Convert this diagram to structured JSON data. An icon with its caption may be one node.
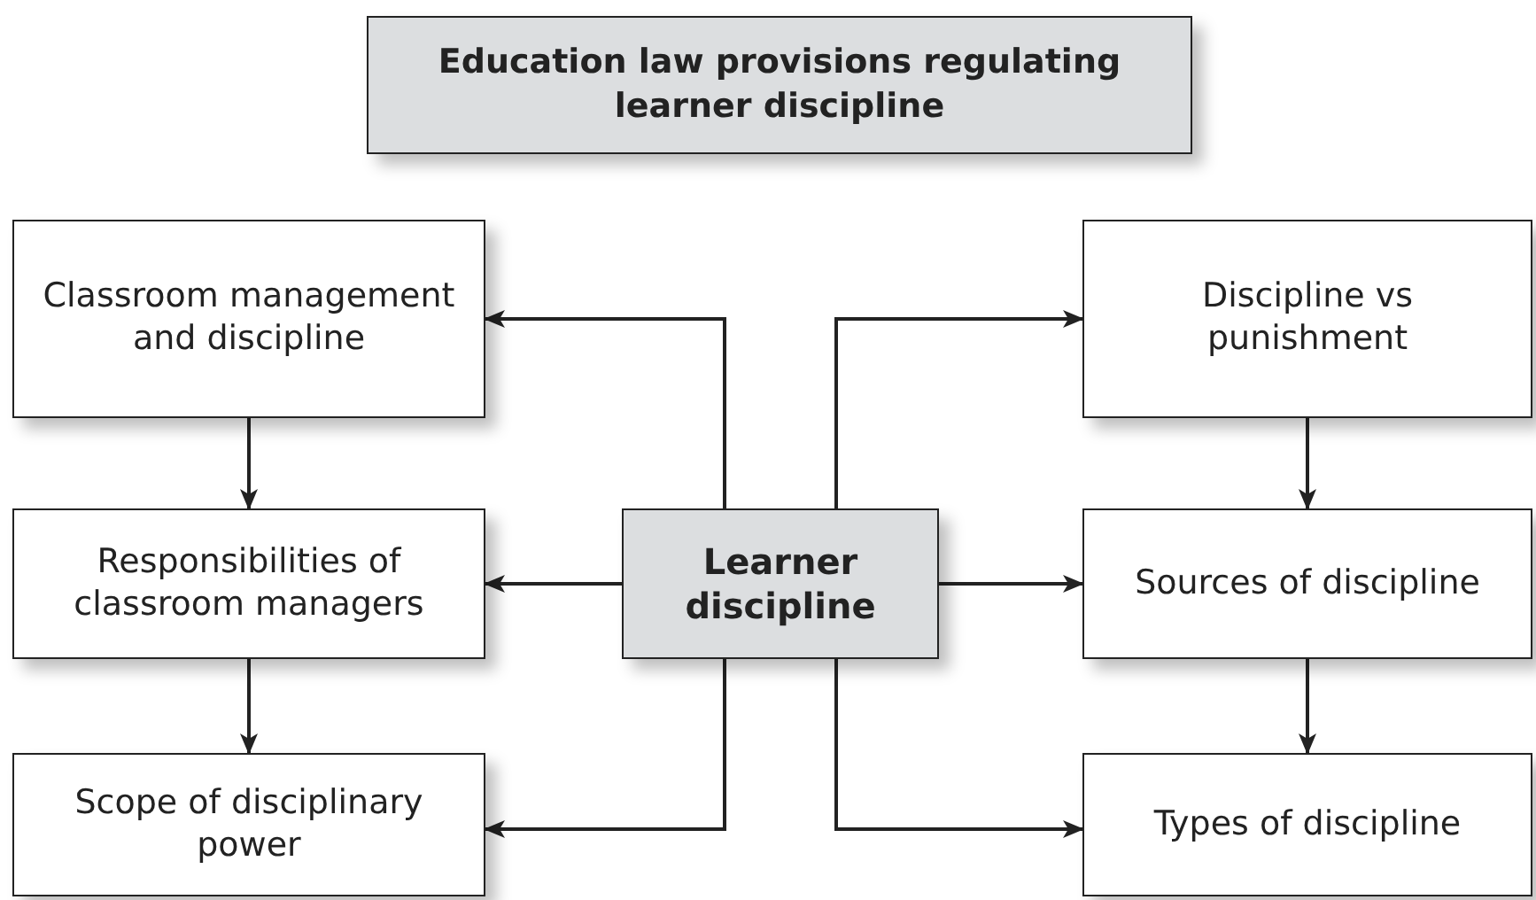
{
  "diagram": {
    "title": "Education law provisions regulating learner discipline",
    "nodes": [
      {
        "text": [
          "Learner discipline"
        ]
      },
      {
        "text": [
          "Classroom management and discipline"
        ]
      },
      {
        "text": [
          "Responsibilities of classroom managers"
        ]
      },
      {
        "text": [
          "Scope of disciplinary power"
        ]
      },
      {
        "text": [
          "Discipline vs punishment"
        ]
      },
      {
        "text": [
          "Sources of discipline"
        ]
      },
      {
        "text": [
          "Types of discipline"
        ]
      }
    ],
    "edges": [
      {
        "from": 0,
        "to": 1,
        "arrow": "to"
      },
      {
        "from": 0,
        "to": 2,
        "arrow": "to"
      },
      {
        "from": 0,
        "to": 3,
        "arrow": "to"
      },
      {
        "from": 0,
        "to": 4,
        "arrow": "to"
      },
      {
        "from": 0,
        "to": 5,
        "arrow": "to"
      },
      {
        "from": 0,
        "to": 6,
        "arrow": "to"
      },
      {
        "from": 1,
        "to": 2,
        "arrow": "to"
      },
      {
        "from": 2,
        "to": 3,
        "arrow": "to"
      },
      {
        "from": 4,
        "to": 5,
        "arrow": "to"
      },
      {
        "from": 5,
        "to": 6,
        "arrow": "to"
      }
    ]
  }
}
